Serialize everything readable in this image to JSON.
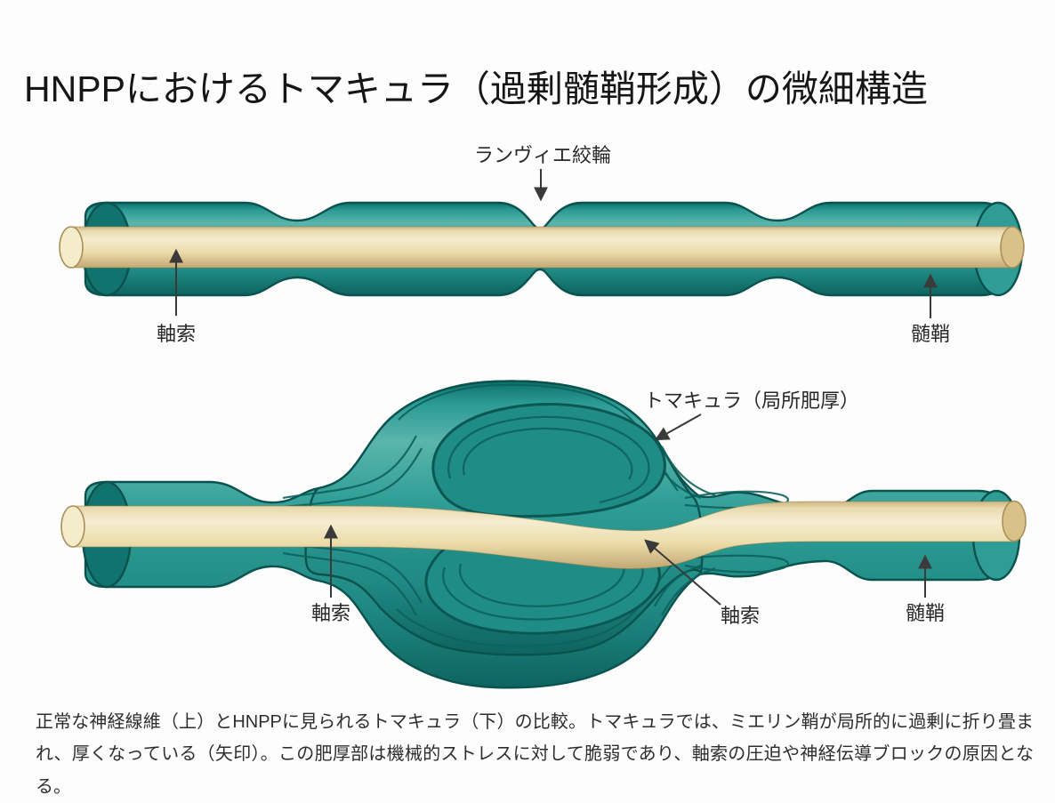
{
  "page": {
    "title": "HNPPにおけるトマキュラ（過剰髄鞘形成）の微細構造",
    "caption": "正常な神経線維（上）とHNPPに見られるトマキュラ（下）の比較。トマキュラでは、ミエリン鞘が局所的に過剰に折り畳まれ、厚くなっている（矢印）。この肥厚部は機械的ストレスに対して脆弱であり、軸索の圧迫や神経伝導ブロックの原因となる。"
  },
  "normal_fiber": {
    "node_of_ranvier_label": "ランヴィエ絞輪",
    "axon_label": "軸索",
    "myelin_label": "髄鞘"
  },
  "hnpp_fiber": {
    "tomacula_label": "トマキュラ（局所肥厚）",
    "axon_label_left": "軸索",
    "axon_label_right": "軸索",
    "myelin_label": "髄鞘"
  },
  "colors": {
    "myelin_teal": "#2a9a92",
    "myelin_highlight": "#5ab5ad",
    "myelin_dark": "#0f6e69",
    "myelin_outline": "#0a524e",
    "axon_cream": "#ecdcaa",
    "axon_highlight": "#f5edd0",
    "axon_shadow": "#c4ab74",
    "arrow_gray": "#3a3a3a",
    "text_dark": "#282828"
  }
}
